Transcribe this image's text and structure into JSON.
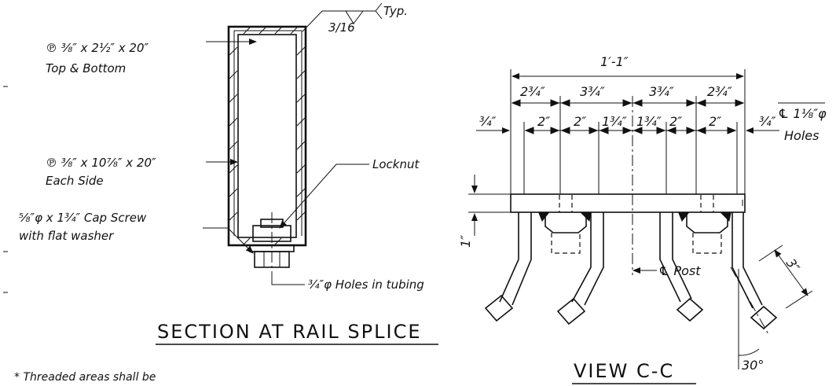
{
  "section": {
    "title": "SECTION AT RAIL SPLICE",
    "weld_symbol": "3/16",
    "weld_note": "Typ.",
    "plate_top_bottom": "℗ ³⁄₈″ x 2½″ x 20″",
    "plate_top_bottom_sub": "Top & Bottom",
    "plate_side": "℗ ³⁄₈″ x 10⁷⁄₈″ x 20″",
    "plate_side_sub": "Each Side",
    "locknut": "Locknut",
    "cap_screw": "⁵⁄₈″φ x 1¾″ Cap Screw",
    "cap_screw_sub": "with flat washer",
    "holes": "¾″φ Holes in tubing"
  },
  "view": {
    "title": "VIEW C-C",
    "overall": "1′-1″",
    "holes_label": "℄ 1⅛″φ",
    "holes_sub": "Holes",
    "row1": [
      "2¾″",
      "3¾″",
      "3¾″",
      "2¾″"
    ],
    "row2": [
      "¾″",
      "2″",
      "2″",
      "1¾″",
      "1¾″",
      "2″",
      "2″",
      "¾″"
    ],
    "vertical": "1″",
    "post": "℄ Post",
    "leg": "3″",
    "angle": "30°"
  },
  "footnote": "* Threaded areas shall be"
}
